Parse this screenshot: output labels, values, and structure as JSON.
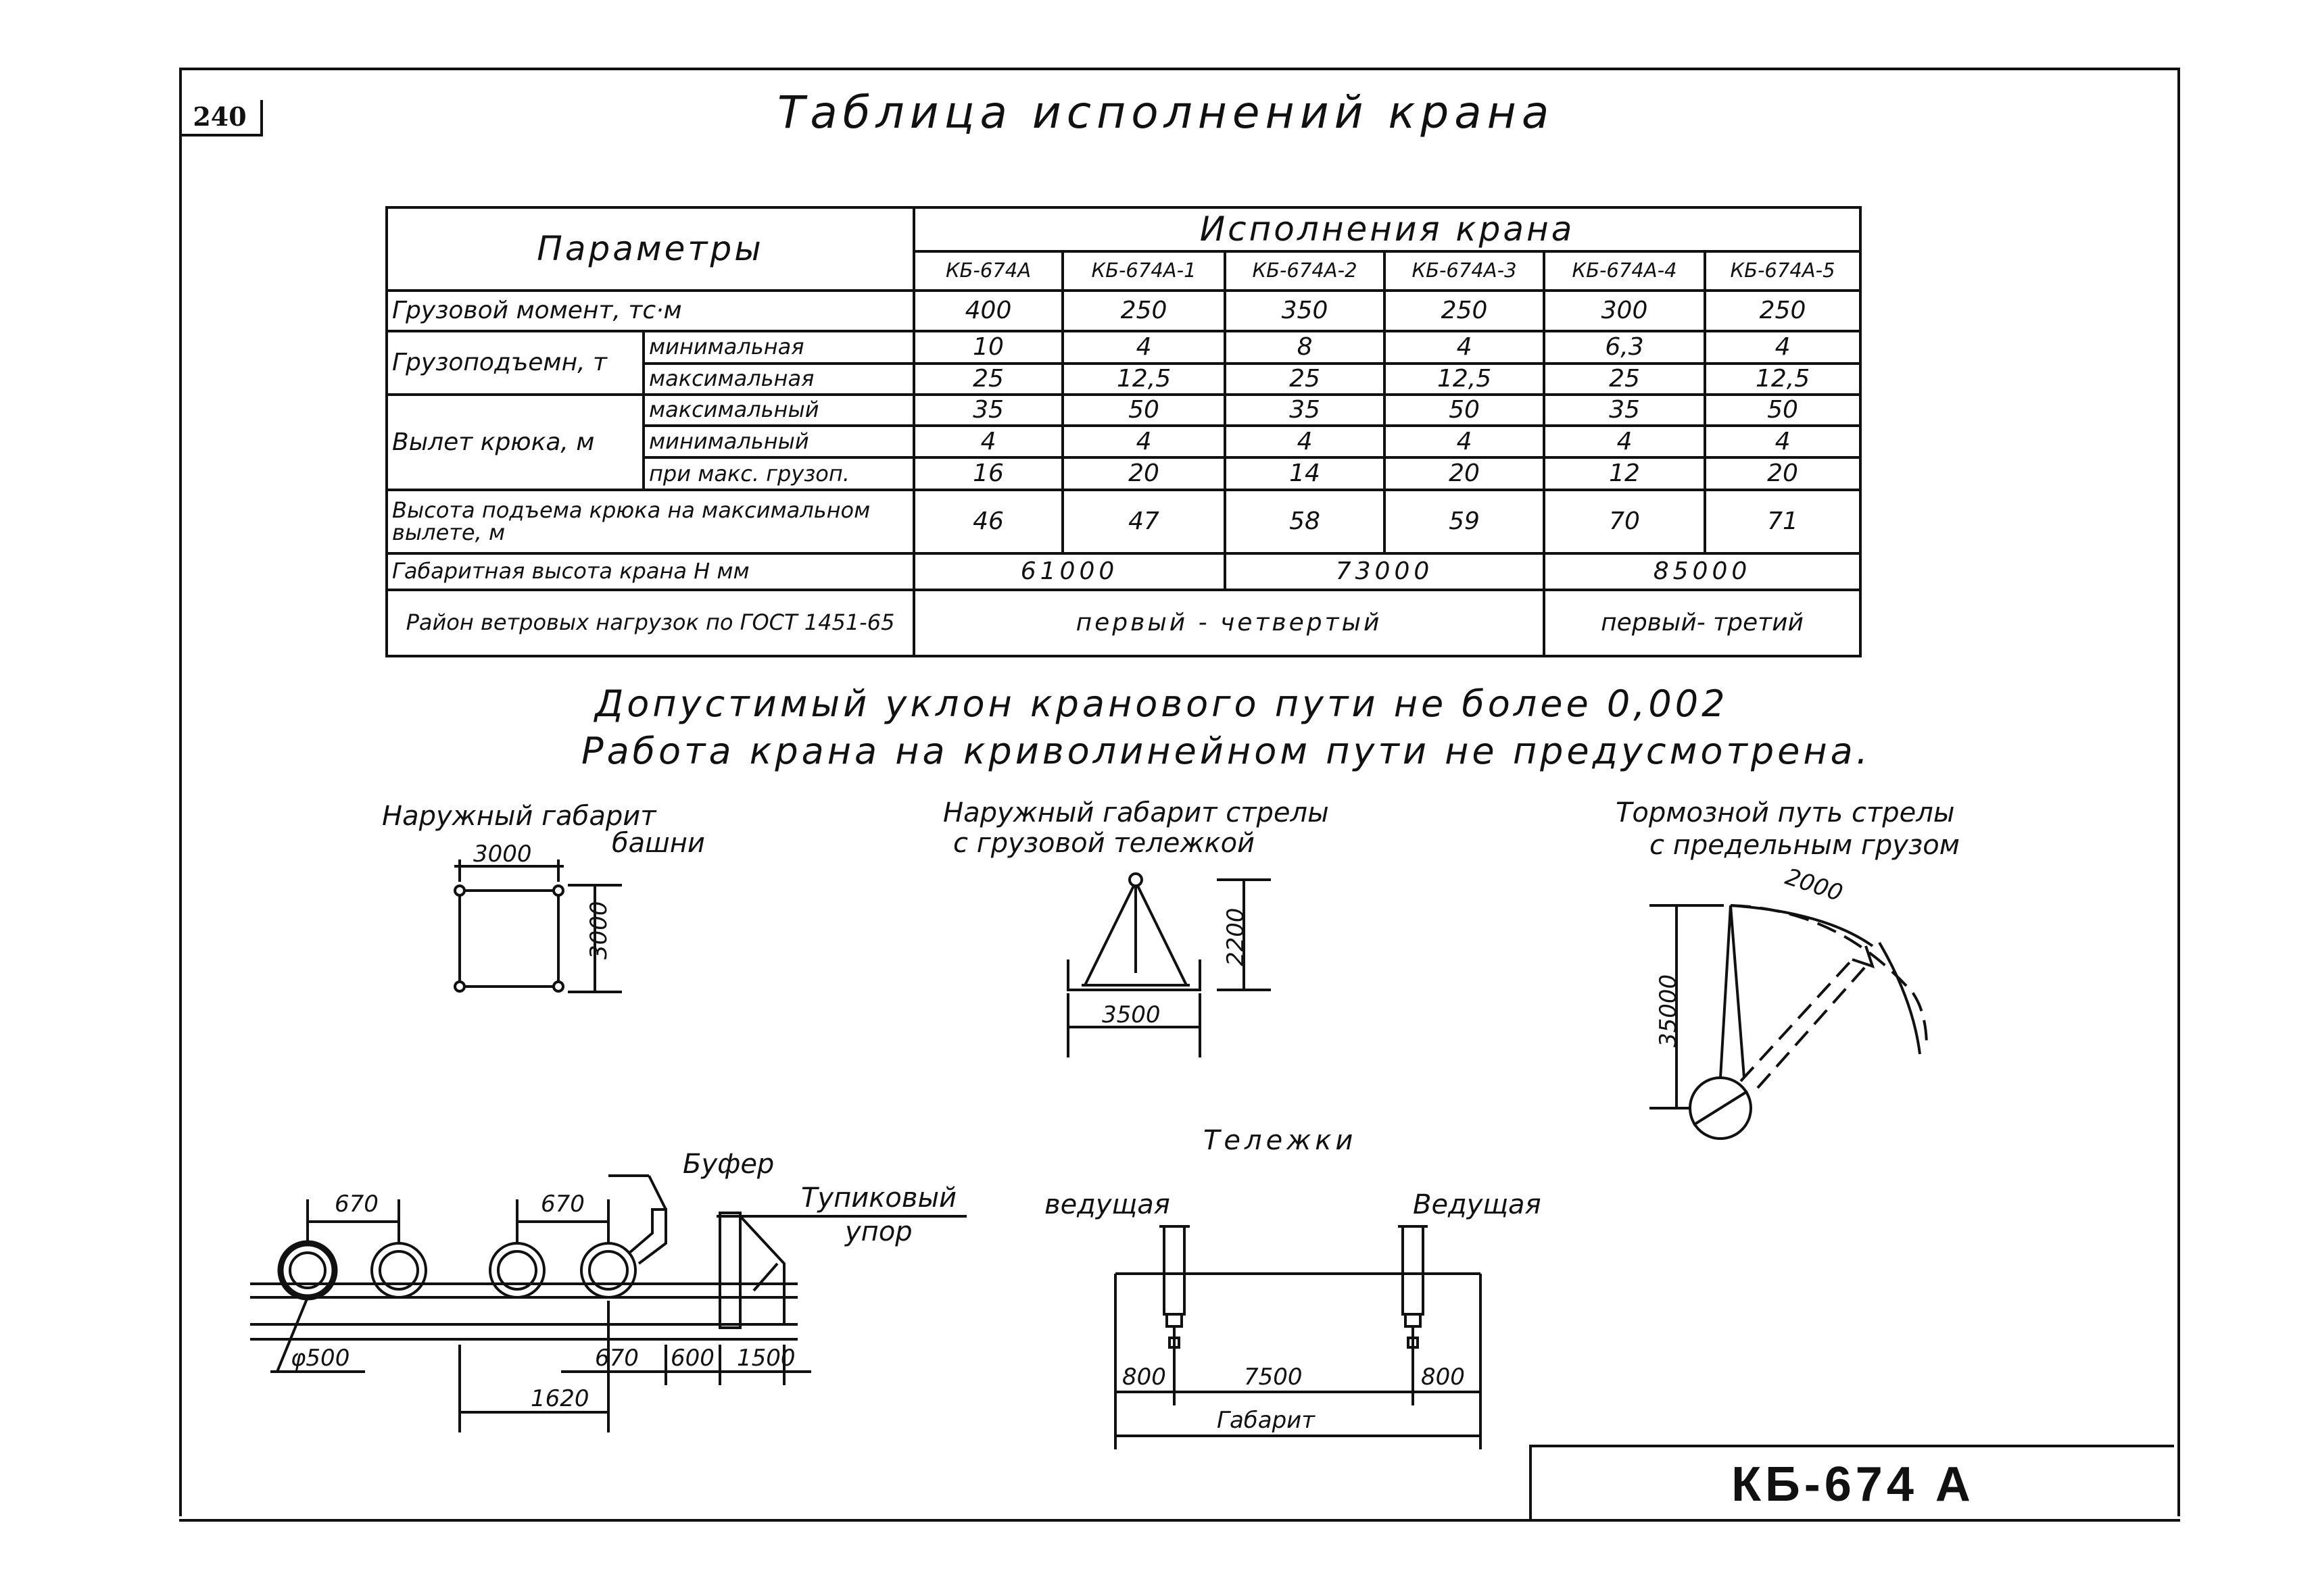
{
  "page_number": "240",
  "title": "Таблица исполнений крана",
  "table": {
    "params_header": "Параметры",
    "variants_header": "Исполнения крана",
    "columns": [
      "КБ-674А",
      "КБ-674А-1",
      "КБ-674А-2",
      "КБ-674А-3",
      "КБ-674А-4",
      "КБ-674А-5"
    ],
    "rows": {
      "load_moment": {
        "label": "Грузовой момент,   тс·м",
        "values": [
          "400",
          "250",
          "350",
          "250",
          "300",
          "250"
        ]
      },
      "capacity": {
        "label": "Грузоподъемн, т",
        "min_label": "минимальная",
        "min_values": [
          "10",
          "4",
          "8",
          "4",
          "6,3",
          "4"
        ],
        "max_label": "максимальная",
        "max_values": [
          "25",
          "12,5",
          "25",
          "12,5",
          "25",
          "12,5"
        ]
      },
      "reach": {
        "label": "Вылет крюка, м",
        "max_label": "максимальный",
        "max_values": [
          "35",
          "50",
          "35",
          "50",
          "35",
          "50"
        ],
        "min_label": "минимальный",
        "min_values": [
          "4",
          "4",
          "4",
          "4",
          "4",
          "4"
        ],
        "at_max_label": "при макс. грузоп.",
        "at_max_values": [
          "16",
          "20",
          "14",
          "20",
          "12",
          "20"
        ]
      },
      "hook_height": {
        "label": "Высота подъема крюка на максимальном вылете, м",
        "values": [
          "46",
          "47",
          "58",
          "59",
          "70",
          "71"
        ]
      },
      "crane_height": {
        "label": "Габаритная высота крана Н мм",
        "values": [
          "61000",
          "73000",
          "85000"
        ]
      },
      "wind_region": {
        "label": "Район ветровых нагрузок по ГОСТ 1451-65",
        "values": [
          "первый - четвертый",
          "первый- третий"
        ]
      }
    }
  },
  "notes": {
    "slope": "Допустимый уклон кранового пути не более 0,002",
    "curve": "Работа крана на криволинейном пути не предусмотрена."
  },
  "tower": {
    "label_line1": "Наружный габарит",
    "label_line2": "башни",
    "dim_w": "3000",
    "dim_h": "3000"
  },
  "boom": {
    "label_line1": "Наружный габарит стрелы",
    "label_line2": "с грузовой тележкой",
    "dim_w": "3500",
    "dim_h": "2200"
  },
  "brake": {
    "label_line1": "Тормозной путь стрелы",
    "label_line2": "с предельным грузом",
    "dim_arc": "2000",
    "dim_h": "35000"
  },
  "rail": {
    "buffer": "Буфер",
    "stop_line1": "Тупиковый",
    "stop_line2": "упор",
    "dim_670_a": "670",
    "dim_670_b": "670",
    "dim_670_c": "670",
    "dim_600": "600",
    "dim_1500": "1500",
    "dim_1620": "1620",
    "dim_d500": "φ500"
  },
  "bogies": {
    "title": "Тележки",
    "drive_left": "ведущая",
    "drive_right": "Ведущая",
    "dim_800_left": "800",
    "dim_7500": "7500",
    "dim_800_right": "800",
    "gauge": "Габарит"
  },
  "stamp": "КБ-674 А"
}
